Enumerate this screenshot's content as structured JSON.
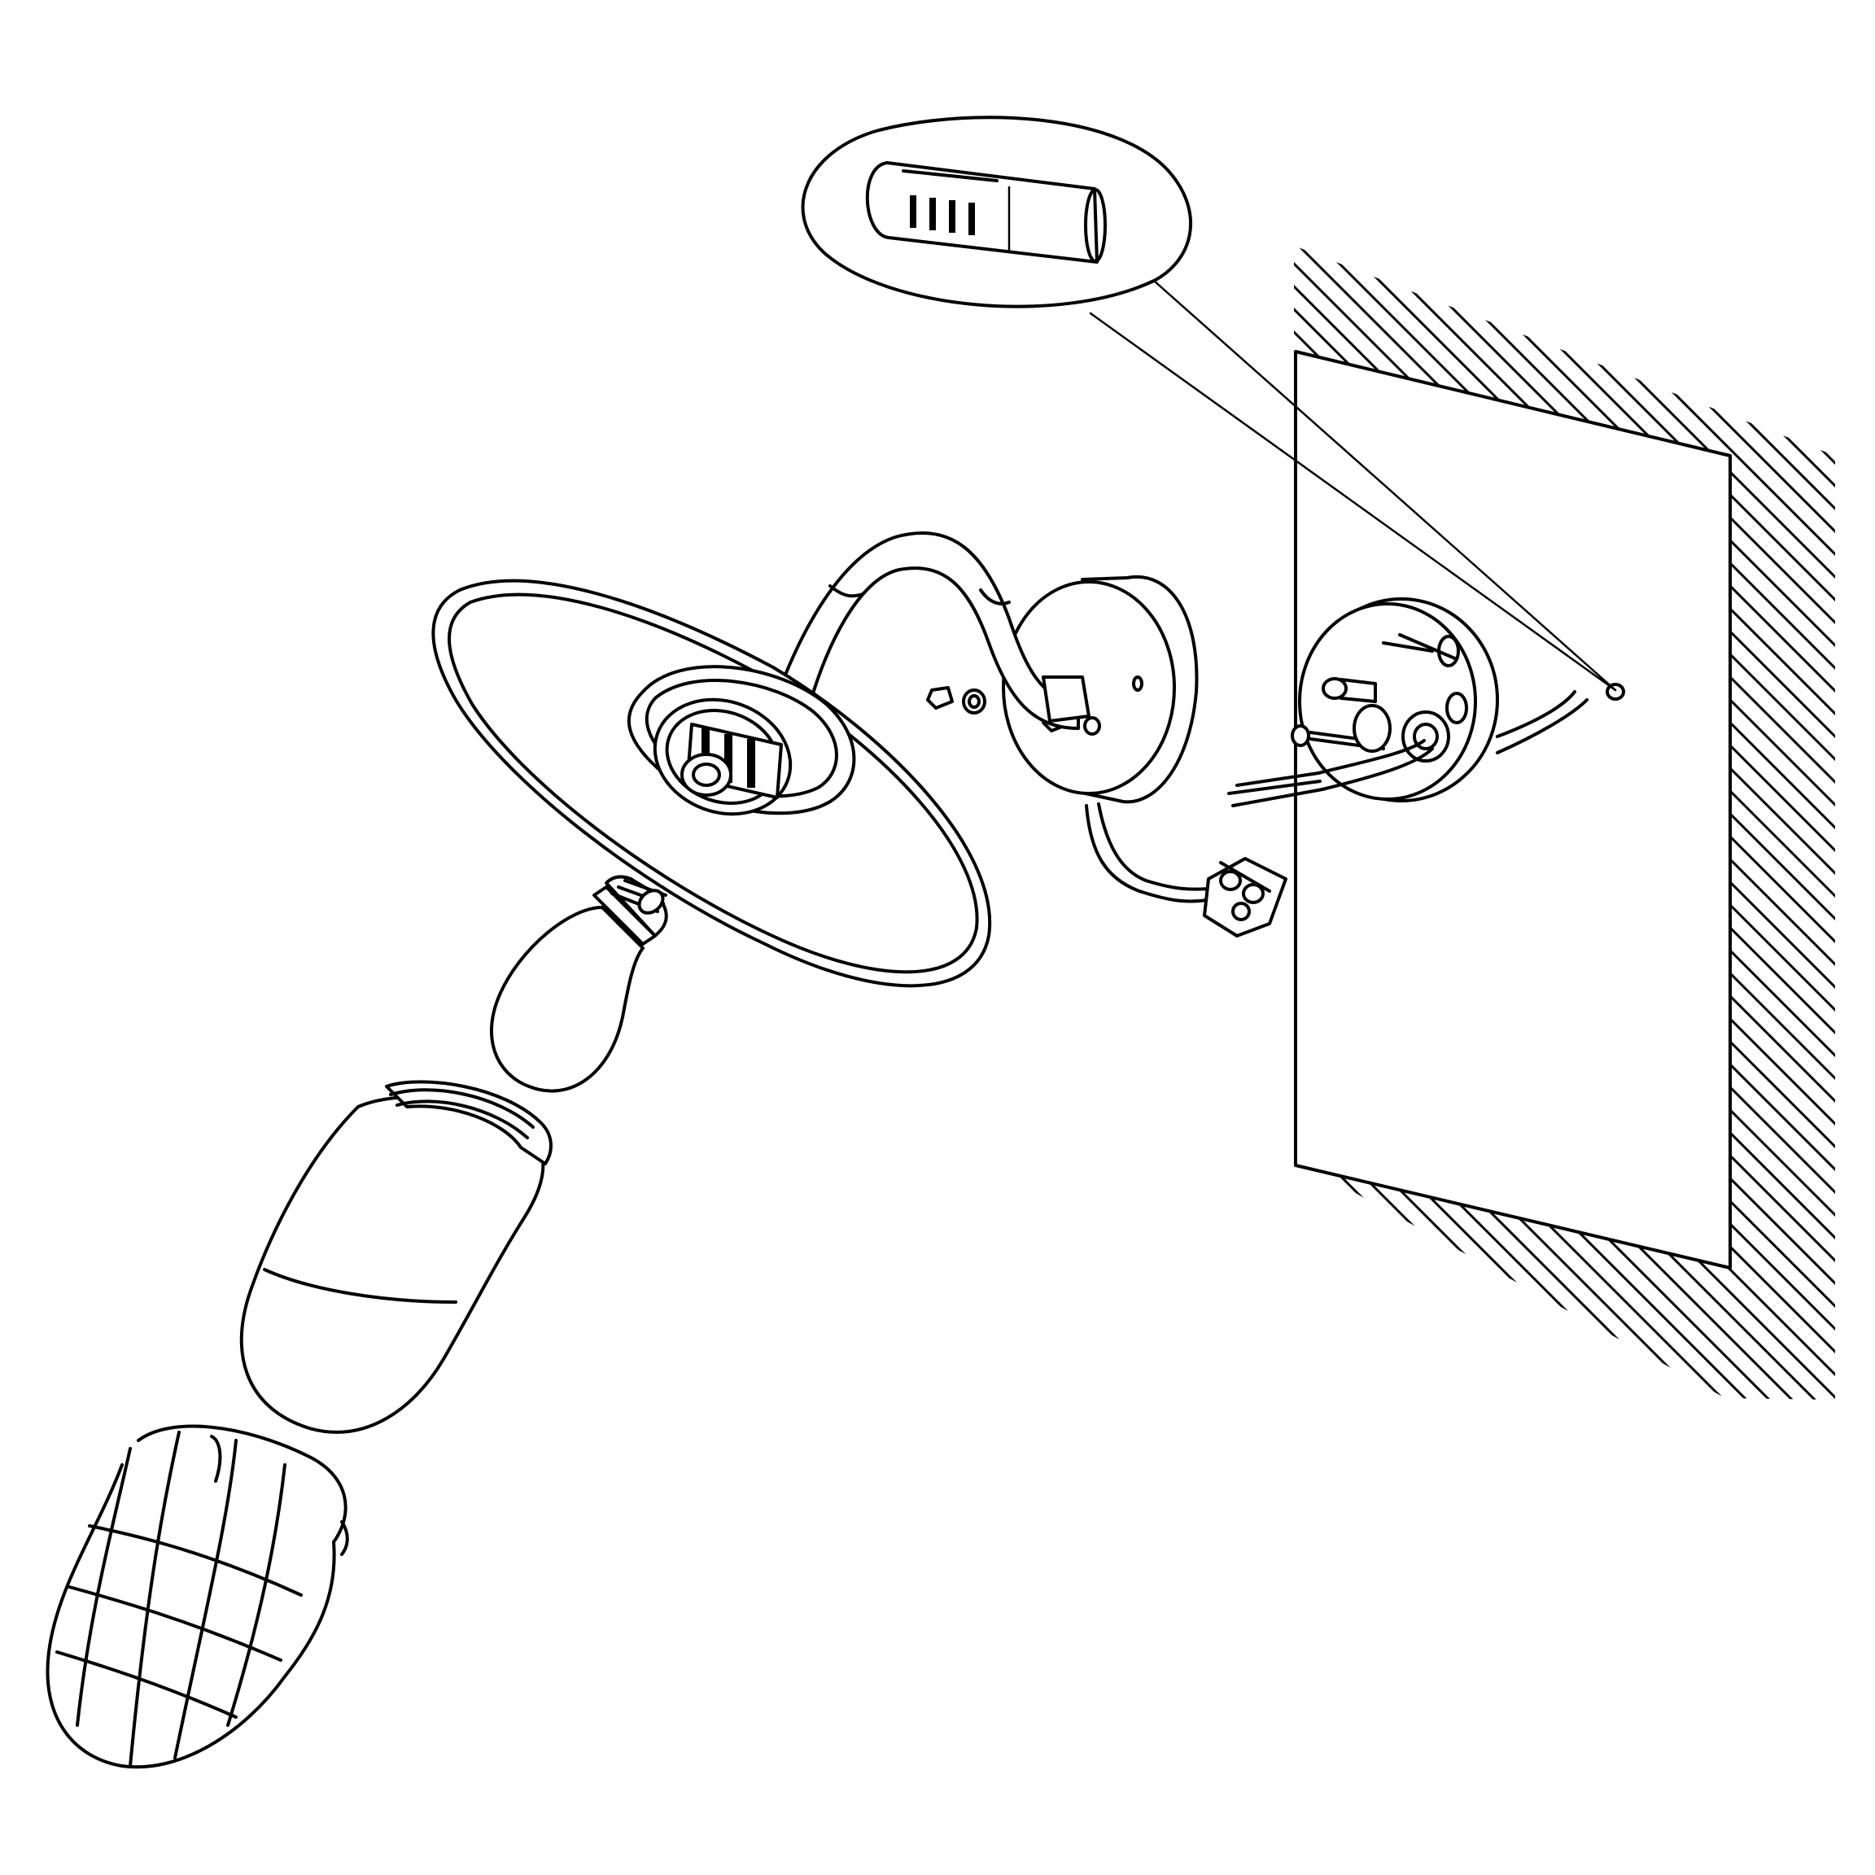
{
  "diagram": {
    "type": "exploded-assembly-drawing",
    "background_color": "#ffffff",
    "line_color": "#000000",
    "components": [
      {
        "id": "wall",
        "icon": "hatched-wall-icon"
      },
      {
        "id": "wall-plate",
        "icon": "mounting-plate-icon"
      },
      {
        "id": "mounting-bracket",
        "icon": "bracket-icon"
      },
      {
        "id": "wall-plug",
        "icon": "wall-plug-icon"
      },
      {
        "id": "detail-callout",
        "icon": "magnified-detail-icon"
      },
      {
        "id": "screws",
        "icon": "screw-icon"
      },
      {
        "id": "supply-cable",
        "icon": "cable-icon"
      },
      {
        "id": "terminal-block",
        "icon": "terminal-block-icon"
      },
      {
        "id": "canopy-arm",
        "icon": "gooseneck-arm-icon"
      },
      {
        "id": "shade",
        "icon": "lamp-shade-icon"
      },
      {
        "id": "lamp-socket",
        "icon": "socket-icon"
      },
      {
        "id": "bulb",
        "icon": "light-bulb-icon"
      },
      {
        "id": "glass-jar",
        "icon": "glass-diffuser-icon"
      },
      {
        "id": "wire-cage",
        "icon": "wire-guard-icon"
      }
    ]
  }
}
